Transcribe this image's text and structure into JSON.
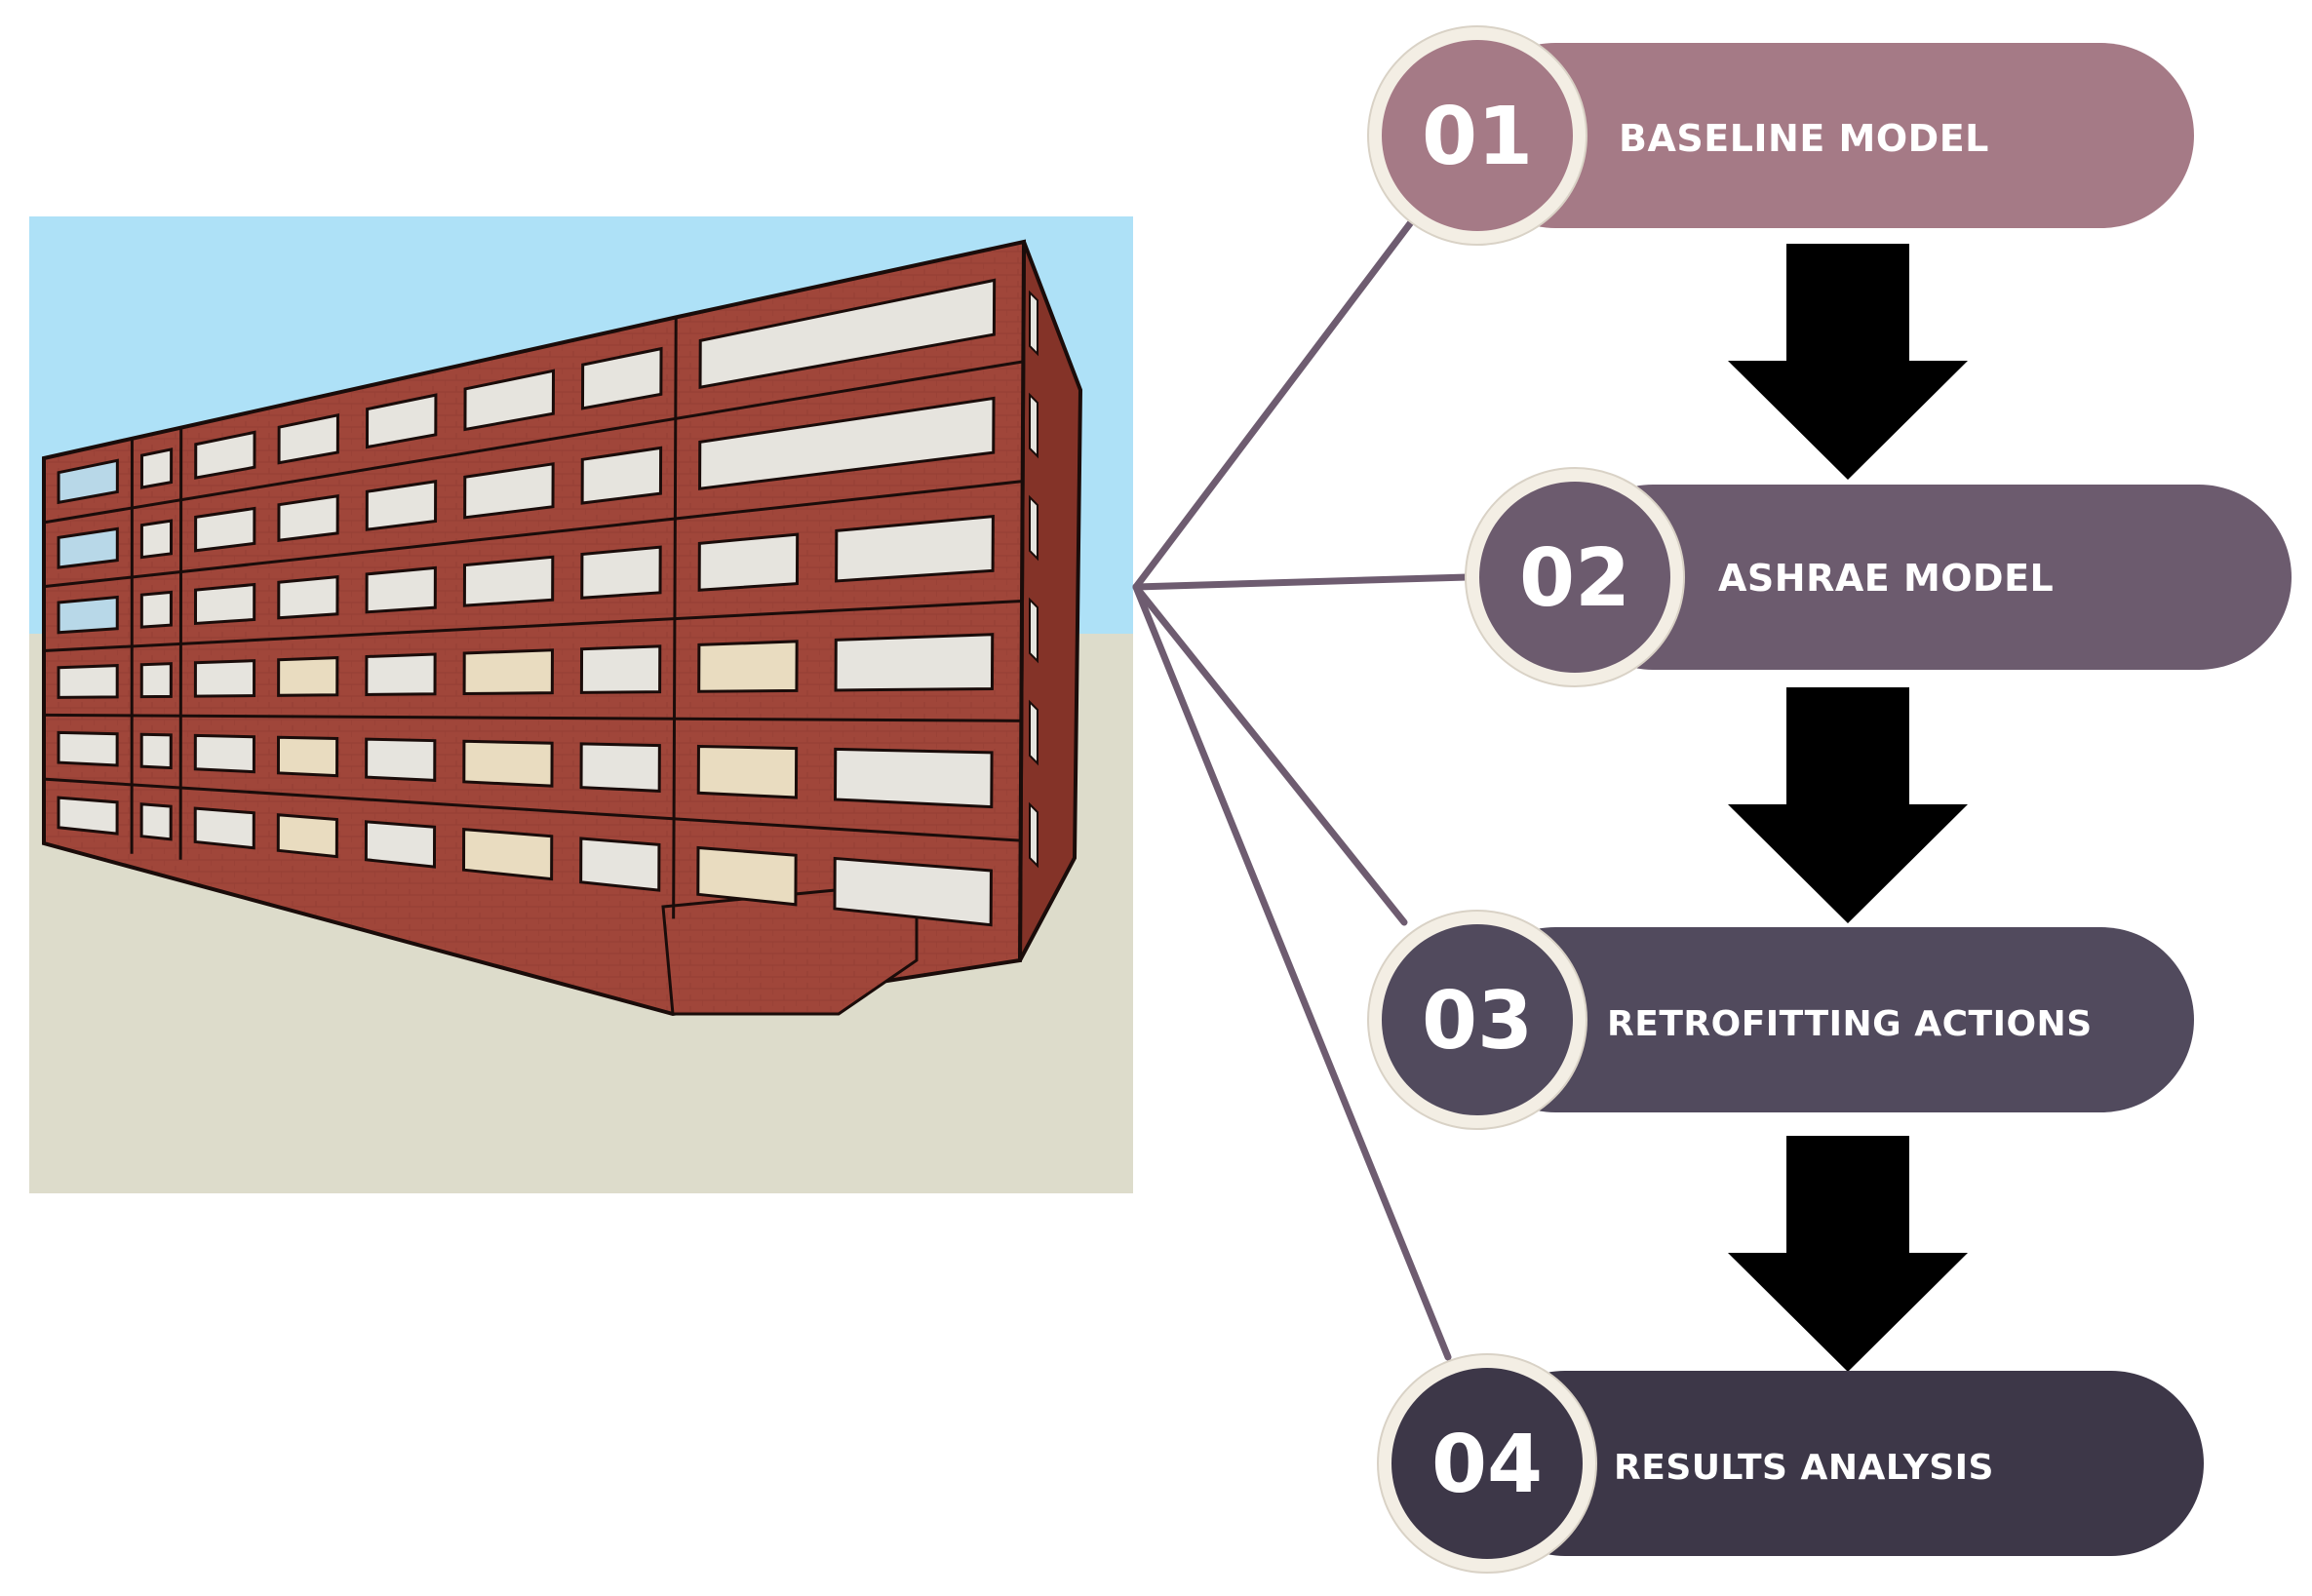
{
  "steps": [
    {
      "number": "01",
      "label": "BASELINE MODEL",
      "color": "#a57a86"
    },
    {
      "number": "02",
      "label": "ASHRAE MODEL",
      "color": "#6c5b6e"
    },
    {
      "number": "03",
      "label": "RETROFITTING ACTIONS",
      "color": "#514a5d"
    },
    {
      "number": "04",
      "label": "RESULTS ANALYSIS",
      "color": "#3d3748"
    }
  ],
  "colors": {
    "sky": "#aee1f7",
    "ground": "#dddccb",
    "brick": "#a0463a",
    "brick_dark": "#843328",
    "window": "#e6e4de",
    "connector": "#6e5c70",
    "ring": "#f3eee4",
    "arrow": "#000000"
  }
}
